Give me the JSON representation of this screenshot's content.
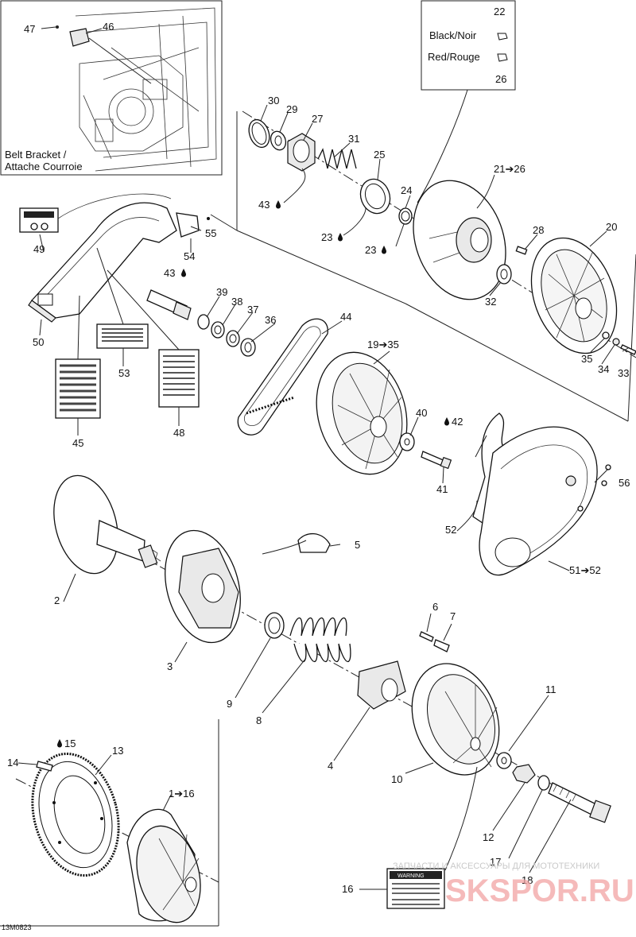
{
  "diagram": {
    "drawing_number": "13M0823",
    "inset_caption_line1": "Belt Bracket /",
    "inset_caption_line2": "Attache Courroie",
    "wire_legend": {
      "top_number": "22",
      "black_label": "Black/Noir",
      "red_label": "Red/Rouge",
      "bottom_number": "26"
    },
    "watermark_line1": "ЗАПЧАСТИ И АКСЕССУАРЫ ДЛЯ МОТОТЕХНИКИ",
    "watermark_line2": "SKSPOR.RU",
    "warning_label_title": "WARNING",
    "callouts": {
      "c1": "1➔16",
      "c2": "2",
      "c3": "3",
      "c4": "4",
      "c5": "5",
      "c6": "6",
      "c7": "7",
      "c8": "8",
      "c9": "9",
      "c10": "10",
      "c11": "11",
      "c12": "12",
      "c13": "13",
      "c14": "14",
      "c15": "15",
      "c16": "16",
      "c17": "17",
      "c18": "18",
      "c19": "19➔35",
      "c20": "20",
      "c21": "21➔26",
      "c23a": "23",
      "c23b": "23",
      "c24": "24",
      "c25": "25",
      "c27": "27",
      "c28": "28",
      "c29": "29",
      "c30": "30",
      "c31": "31",
      "c32": "32",
      "c33": "33",
      "c34": "34",
      "c35": "35",
      "c36": "36",
      "c37": "37",
      "c38": "38",
      "c39": "39",
      "c40": "40",
      "c41": "41",
      "c42": "42",
      "c43a": "43",
      "c43b": "43",
      "c44": "44",
      "c45": "45",
      "c46": "46",
      "c47": "47",
      "c48": "48",
      "c49": "49",
      "c50": "50",
      "c51": "51➔52",
      "c52": "52",
      "c53": "53",
      "c54": "54",
      "c55": "55",
      "c56": "56"
    }
  }
}
